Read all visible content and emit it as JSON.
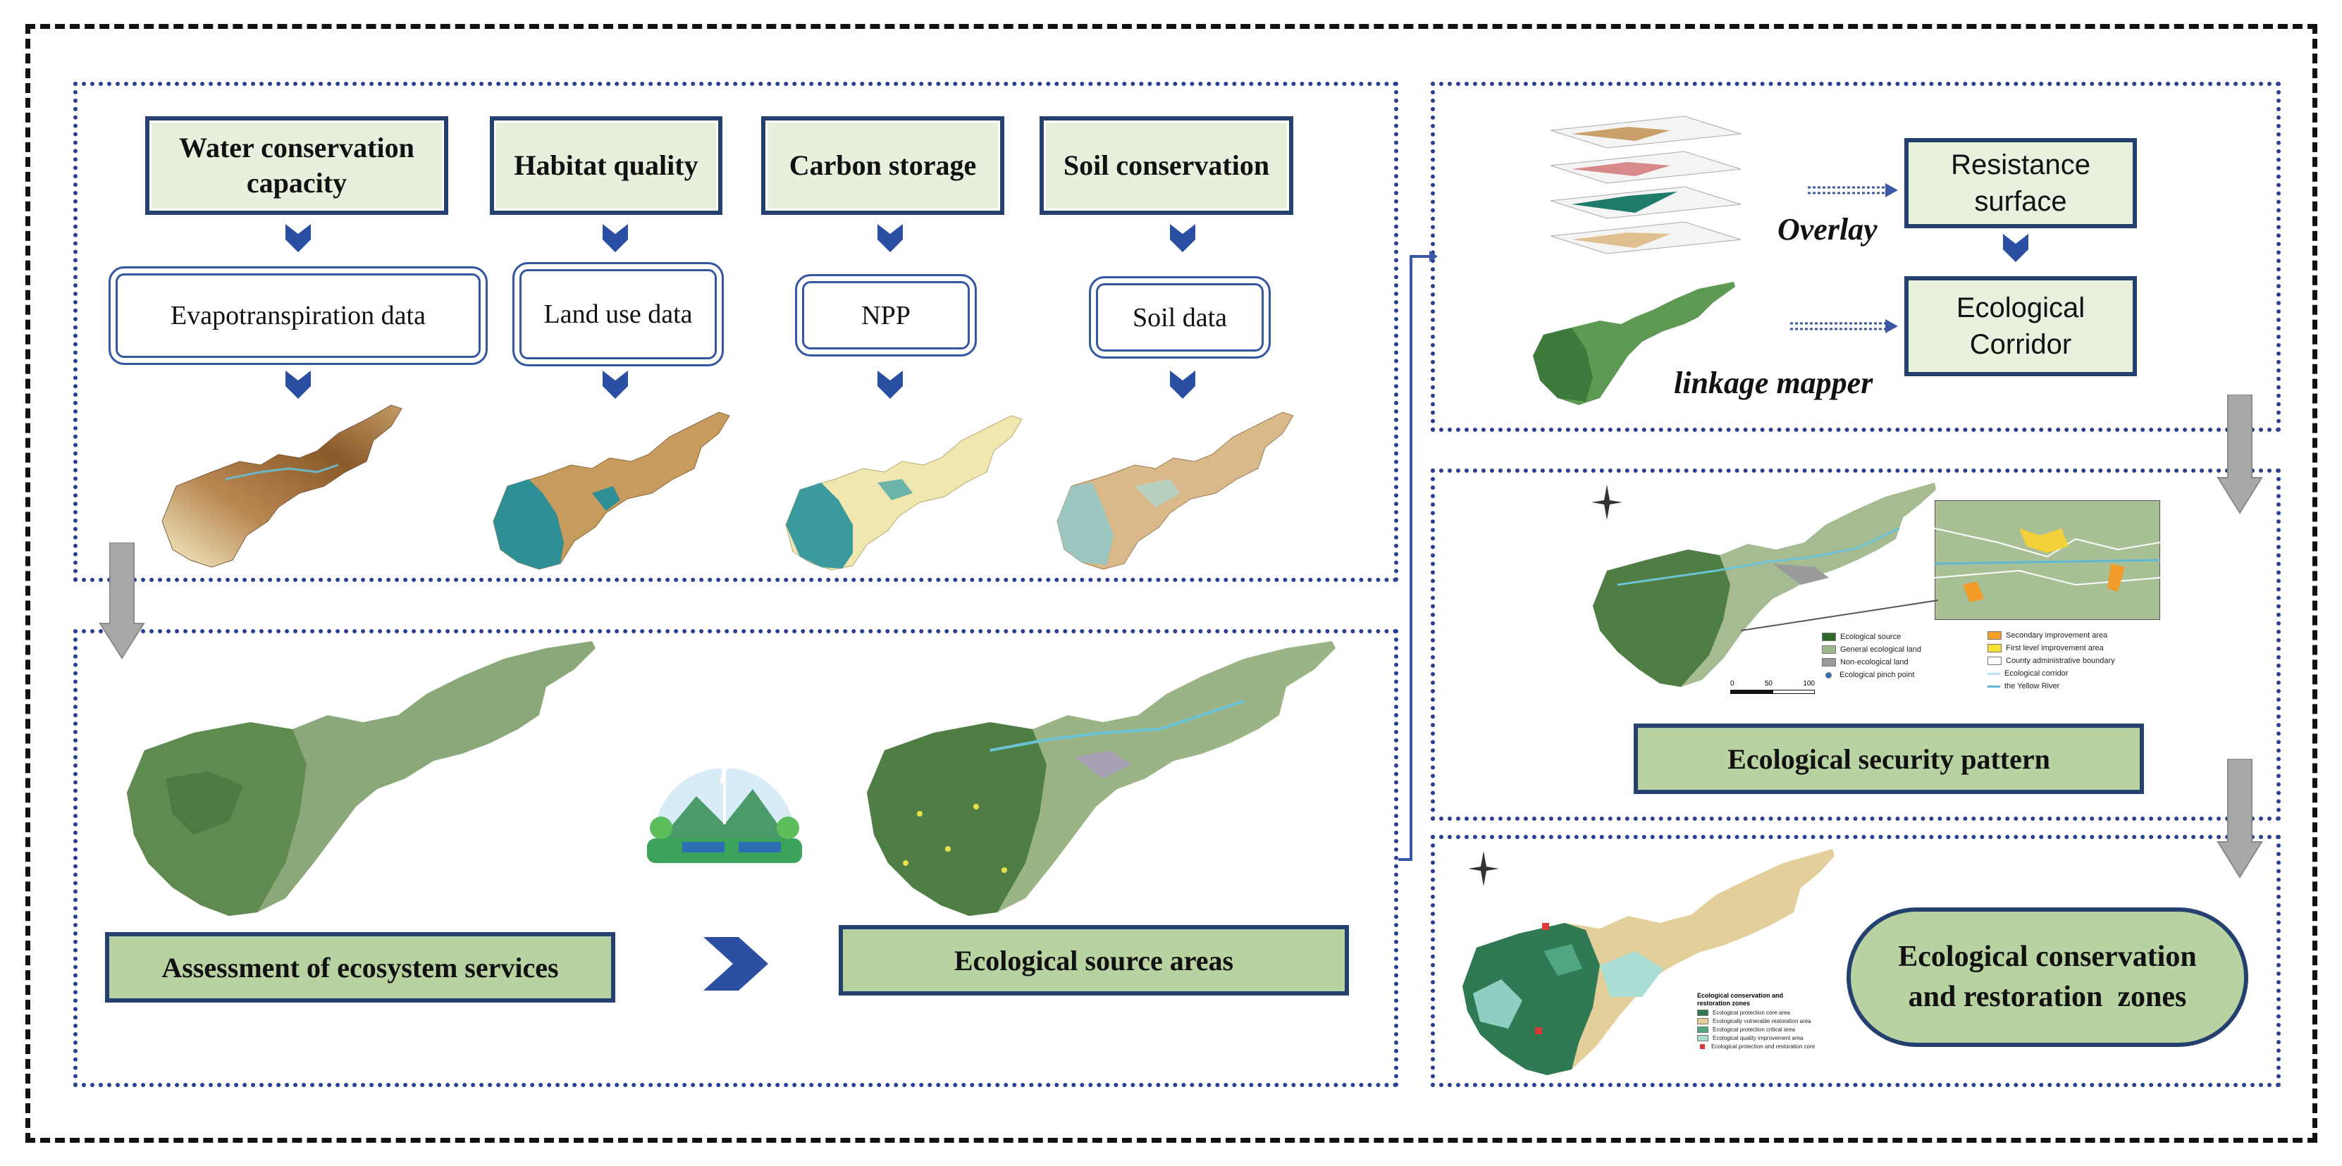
{
  "services": [
    {
      "title": "Water conservation capacity",
      "data": "Evapotranspiration data"
    },
    {
      "title": "Habitat quality",
      "data": "Land use data"
    },
    {
      "title": "Carbon storage",
      "data": "NPP"
    },
    {
      "title": "Soil conservation",
      "data": "Soil data"
    }
  ],
  "assessment_label": "Assessment of ecosystem services",
  "source_label": "Ecological source areas",
  "overlay_label": "Overlay",
  "linkage_label": "linkage mapper",
  "resistance_label": "Resistance surface",
  "corridor_label": "Ecological Corridor",
  "security_label": "Ecological security pattern",
  "zones_label": "Ecological conservation and restoration  zones",
  "security_legend": {
    "left": [
      "Ecological source",
      "General ecological land",
      "Non-ecological land",
      "Ecological pinch point"
    ],
    "right": [
      "Secondary improvement area",
      "First level improvement area",
      "County administrative boundary",
      "Ecological corridor",
      "the Yellow River"
    ],
    "scale": [
      "0",
      "50",
      "100"
    ]
  },
  "zones_legend": {
    "title": "Ecological conservation and restoration zones",
    "items": [
      "Ecological protection core area",
      "Ecologically vulnerable restoration area",
      "Ecological protection critical area",
      "Ecological quality improvement area",
      "Ecological protection and restoration core"
    ]
  },
  "colors": {
    "border_blue": "#24406f",
    "header_fill": "#e7f0dc",
    "label_fill": "#b8d2a2",
    "chevron": "#2b4fa3",
    "grey_arrow": "#a8a8a8"
  }
}
